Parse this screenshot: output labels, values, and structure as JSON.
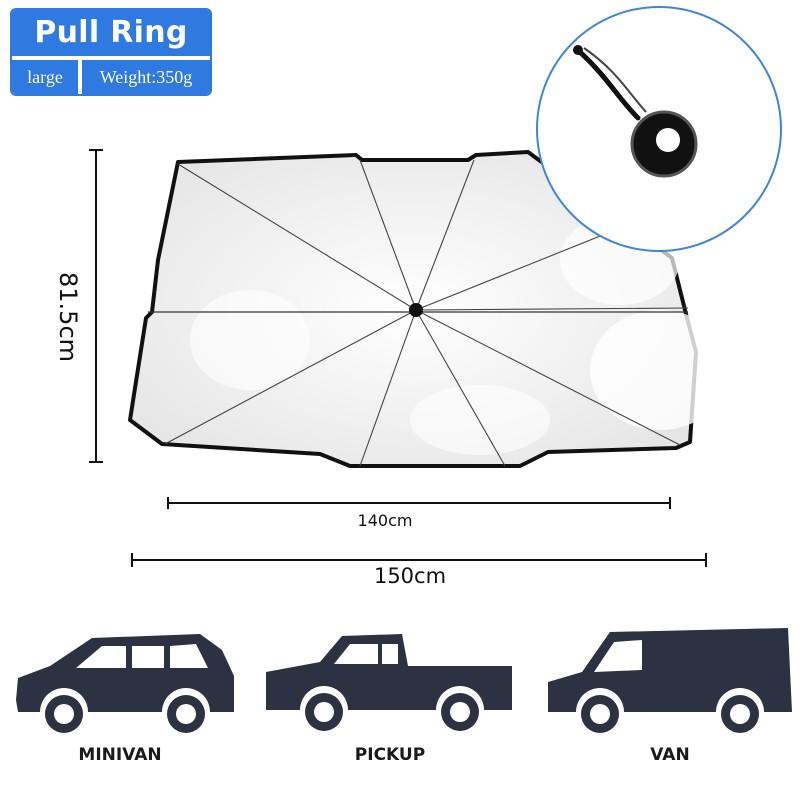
{
  "badge": {
    "title": "Pull Ring",
    "size": "large",
    "weight": "Weight:350g"
  },
  "dimensions": {
    "height": "81.5cm",
    "width_inner": "140cm",
    "width_outer": "150cm"
  },
  "vehicles": [
    {
      "label": "MINIVAN",
      "icon": "minivan-icon"
    },
    {
      "label": "PICKUP",
      "icon": "pickup-icon"
    },
    {
      "label": "VAN",
      "icon": "van-icon"
    }
  ],
  "colors": {
    "accent": "#2f7ae0",
    "vehicle": "#2c3242",
    "shade_fill": "#f2f2f2",
    "outline": "#111111"
  }
}
